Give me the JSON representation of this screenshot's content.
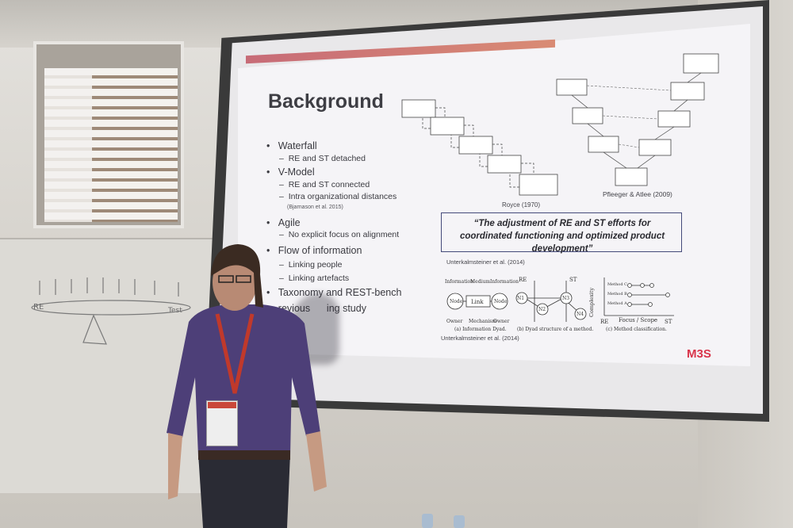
{
  "slide": {
    "title": "Background",
    "bullets": [
      {
        "text": "Waterfall",
        "subs": [
          {
            "text": "RE and ST detached"
          }
        ]
      },
      {
        "text": "V-Model",
        "subs": [
          {
            "text": "RE and ST connected"
          },
          {
            "text": "Intra organizational distances"
          }
        ],
        "note": "(Bjarnason et al. 2015)"
      },
      {
        "text": "Agile",
        "subs": [
          {
            "text": "No explicit focus on alignment"
          }
        ]
      },
      {
        "text": "Flow of information",
        "subs": [
          {
            "text": "Linking people"
          },
          {
            "text": "Linking artefacts"
          }
        ]
      },
      {
        "text": "Taxonomy and REST-bench"
      },
      {
        "text": "revious      ing study"
      }
    ],
    "waterfall_caption": "Royce (1970)",
    "vmodel_caption": "Pfleeger & Atlee (2009)",
    "quote": "“The adjustment of RE and ST efforts for coordinated functioning and optimized product development”",
    "citation_1": "Unterkalmsteiner et al. (2014)",
    "citation_2": "Unterkalmsteiner et al. (2014)",
    "logo": "M3S",
    "dyad": {
      "information_left": "Information",
      "medium": "Medium",
      "information_right": "Information",
      "node_left": "Node",
      "link": "Link",
      "node_right": "Node",
      "owner_left": "Owner",
      "mechanism": "Mechanism",
      "owner_right": "Owner",
      "caption": "(a) Information Dyad."
    },
    "dyad_structure": {
      "re": "RE",
      "st": "ST",
      "n1": "N1",
      "n2": "N2",
      "n3": "N3",
      "n4": "N4",
      "caption": "(b) Dyad structure of a method."
    },
    "classification": {
      "ylabel": "Complexity",
      "method_c": "Method C",
      "method_b": "Method B",
      "method_a": "Method A",
      "x_re": "RE",
      "x_label": "Focus / Scope",
      "x_st": "ST",
      "caption": "(c) Method classification."
    }
  },
  "whiteboard": {
    "re_label": "RE",
    "right_label": "Test"
  }
}
